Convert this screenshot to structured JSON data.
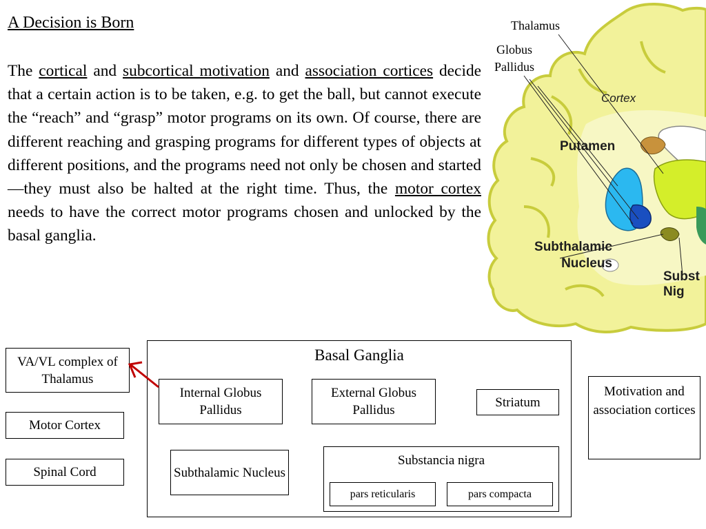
{
  "slide": {
    "title": "A Decision is Born",
    "paragraph": {
      "t1": "The ",
      "l1": "cortical",
      "t2": " and ",
      "l2": "subcortical motivation",
      "t3": " and ",
      "l3": "association cortices",
      "t4": " decide that a certain action is to be taken, e.g. to get the ball, but cannot execute the “reach” and “grasp” motor programs on its own. Of course, there are different reaching and grasping programs for different types of objects at different positions, and the programs need not only be chosen and started—they must also be halted at the right time. Thus, the ",
      "l4": "motor cortex",
      "t5": " needs to have the correct motor programs chosen and unlocked by the basal ganglia."
    }
  },
  "brain_image": {
    "labels": {
      "thalamus": "Thalamus",
      "globus_pallidus": "Globus Pallidus",
      "cortex": "Cortex",
      "putamen": "Putamen",
      "subthalamic": "Subthalamic Nucleus",
      "substantia_cut": "Subst Nig"
    },
    "colors": {
      "cortex_fill": "#f2f29a",
      "cortex_outline": "#c8cc3c",
      "putamen": "#2bb8f0",
      "globus_pallidus": "#1a4fc0",
      "thalamus": "#d4ee2a",
      "caudate": "#c8923c",
      "subthalamic": "#8b8b20",
      "green_structure": "#3a9a5a"
    }
  },
  "diagram": {
    "left_boxes": {
      "thalamus": "VA/VL complex of Thalamus",
      "motor_cortex": "Motor Cortex",
      "spinal_cord": "Spinal Cord"
    },
    "basal_ganglia": {
      "title": "Basal Ganglia",
      "internal_gp": "Internal Globus Pallidus",
      "external_gp": "External Globus Pallidus",
      "striatum": "Striatum",
      "subthalamic": "Subthalamic Nucleus",
      "substancia_nigra": {
        "title": "Substancia nigra",
        "reticularis": "pars reticularis",
        "compacta": "pars compacta"
      }
    },
    "motivation": "Motivation and association cortices",
    "arrow_color": "#c00000"
  }
}
